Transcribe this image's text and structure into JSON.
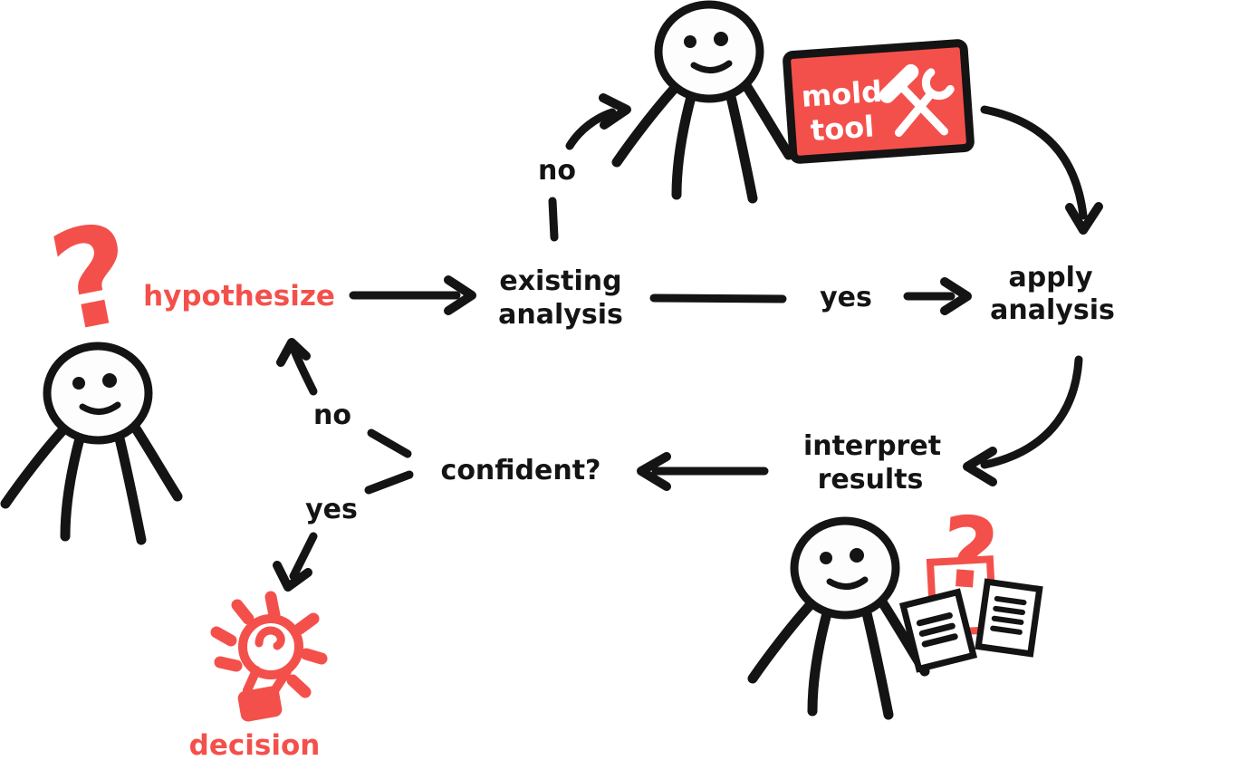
{
  "title": "hand-drawn data analysis workflow diagram",
  "palette": {
    "red": "#f4504b",
    "ink": "#141414",
    "paper": "#ffffff"
  },
  "nodes": {
    "hypothesize": "hypothesize",
    "existing_analysis": {
      "line1": "existing",
      "line2": "analysis"
    },
    "apply_analysis": {
      "line1": "apply",
      "line2": "analysis"
    },
    "interpret_results": {
      "line1": "interpret",
      "line2": "results"
    },
    "confident": "confident?",
    "decision": "decision"
  },
  "branch_labels": {
    "existing_no": "no",
    "existing_yes": "yes",
    "confident_no": "no",
    "confident_yes": "yes"
  },
  "sign": {
    "line1": "mold",
    "line2": "tool"
  },
  "glyphs": {
    "question_mark": "?"
  }
}
